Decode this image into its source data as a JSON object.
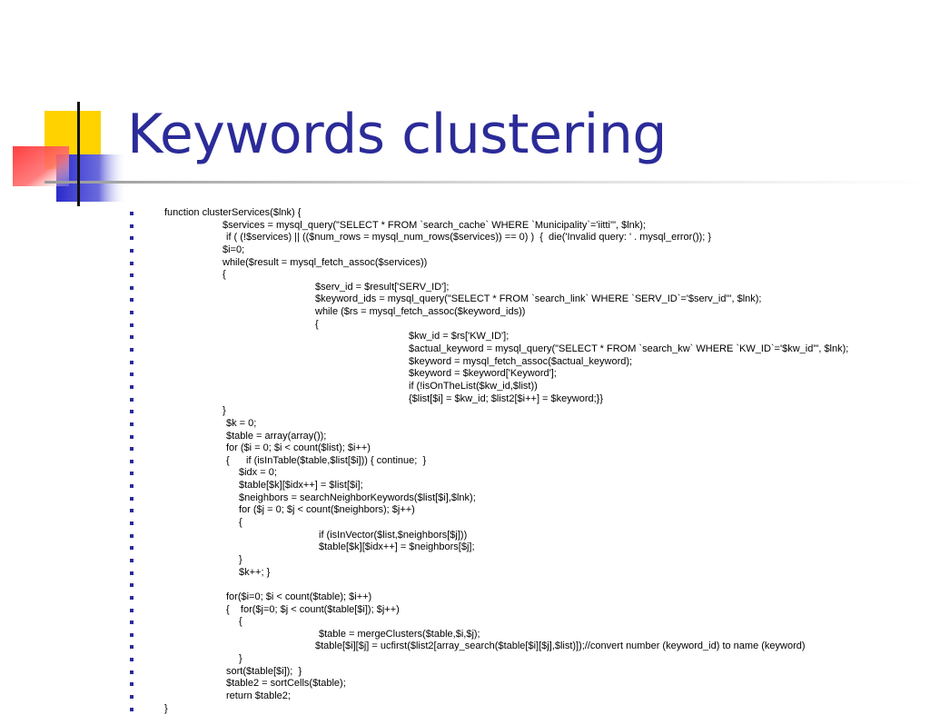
{
  "slide": {
    "title": "Keywords clustering",
    "accent_color": "#2b2b99",
    "decoration": {
      "yellow": "#ffd200",
      "red": "#ff3c3c",
      "blue": "#2b2bcc"
    },
    "code_lines": [
      {
        "indent": 0,
        "text": "function clusterServices($lnk) {"
      },
      {
        "indent": 1,
        "text": "$services = mysql_query(\"SELECT * FROM `search_cache` WHERE `Municipality`='iitti'\", $lnk);"
      },
      {
        "indent": 2,
        "text": "if ( (!$services) || (($num_rows = mysql_num_rows($services)) == 0) )  {  die('Invalid query: ' . mysql_error()); }"
      },
      {
        "indent": 1,
        "text": "$i=0;"
      },
      {
        "indent": 1,
        "text": "while($result = mysql_fetch_assoc($services))"
      },
      {
        "indent": 1,
        "text": "{"
      },
      {
        "indent": 3,
        "text": "$serv_id = $result['SERV_ID'];"
      },
      {
        "indent": 3,
        "text": "$keyword_ids = mysql_query(\"SELECT * FROM `search_link` WHERE `SERV_ID`='$serv_id'\", $lnk);"
      },
      {
        "indent": 3,
        "text": "while ($rs = mysql_fetch_assoc($keyword_ids))"
      },
      {
        "indent": 3,
        "text": "{"
      },
      {
        "indent": 5,
        "text": "$kw_id = $rs['KW_ID'];"
      },
      {
        "indent": 5,
        "text": "$actual_keyword = mysql_query(\"SELECT * FROM `search_kw` WHERE `KW_ID`='$kw_id'\", $lnk);"
      },
      {
        "indent": 5,
        "text": "$keyword = mysql_fetch_assoc($actual_keyword);"
      },
      {
        "indent": 5,
        "text": "$keyword = $keyword['Keyword'];"
      },
      {
        "indent": 5,
        "text": "if (!isOnTheList($kw_id,$list))"
      },
      {
        "indent": 5,
        "text": "{$list[$i] = $kw_id; $list2[$i++] = $keyword;}}"
      },
      {
        "indent": 1,
        "text": "}"
      },
      {
        "indent": 2,
        "text": "$k = 0;"
      },
      {
        "indent": 2,
        "text": "$table = array(array());"
      },
      {
        "indent": 2,
        "text": "for ($i = 0; $i < count($list); $i++)"
      },
      {
        "indent": 2,
        "text": "{      if (isInTable($table,$list[$i])) { continue;  }"
      },
      {
        "indent": 6,
        "text": "$idx = 0;"
      },
      {
        "indent": 6,
        "text": "$table[$k][$idx++] = $list[$i];"
      },
      {
        "indent": 6,
        "text": "$neighbors = searchNeighborKeywords($list[$i],$lnk);"
      },
      {
        "indent": 6,
        "text": "for ($j = 0; $j < count($neighbors); $j++)"
      },
      {
        "indent": 6,
        "text": "{"
      },
      {
        "indent": 7,
        "text": "if (isInVector($list,$neighbors[$j]))"
      },
      {
        "indent": 7,
        "text": "$table[$k][$idx++] = $neighbors[$j];"
      },
      {
        "indent": 6,
        "text": "}"
      },
      {
        "indent": 6,
        "text": "$k++; }"
      },
      {
        "indent": 0,
        "text": ""
      },
      {
        "indent": 2,
        "text": "for($i=0; $i < count($table); $i++)"
      },
      {
        "indent": 2,
        "text": "{    for($j=0; $j < count($table[$i]); $j++)"
      },
      {
        "indent": 6,
        "text": "{"
      },
      {
        "indent": 7,
        "text": "$table = mergeClusters($table,$i,$j);"
      },
      {
        "indent": 3,
        "text": "$table[$i][$j] = ucfirst($list2[array_search($table[$i][$j],$list)]);//convert number (keyword_id) to name (keyword)"
      },
      {
        "indent": 6,
        "text": "}"
      },
      {
        "indent": 2,
        "text": "sort($table[$i]);  }"
      },
      {
        "indent": 2,
        "text": "$table2 = sortCells($table);"
      },
      {
        "indent": 2,
        "text": "return $table2;"
      },
      {
        "indent": 0,
        "text": "}"
      }
    ]
  }
}
